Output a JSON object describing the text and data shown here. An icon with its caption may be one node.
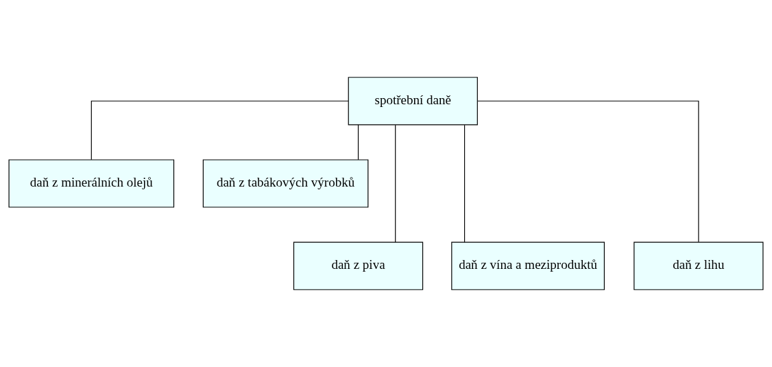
{
  "diagram": {
    "nodes": [
      {
        "text": [
          "spotřební daně"
        ]
      },
      {
        "text": [
          "daň z minerálních olejů"
        ]
      },
      {
        "text": [
          "daň z tabákových výrobků"
        ]
      },
      {
        "text": [
          "daň z piva"
        ]
      },
      {
        "text": [
          "daň z vína a meziproduktů"
        ]
      },
      {
        "text": [
          "daň z lihu"
        ]
      }
    ],
    "edges": [
      {
        "from": 0,
        "to": 1,
        "arrow": "none"
      },
      {
        "from": 0,
        "to": 2,
        "arrow": "none"
      },
      {
        "from": 0,
        "to": 3,
        "arrow": "none"
      },
      {
        "from": 0,
        "to": 4,
        "arrow": "none"
      },
      {
        "from": 0,
        "to": 5,
        "arrow": "none"
      }
    ]
  }
}
